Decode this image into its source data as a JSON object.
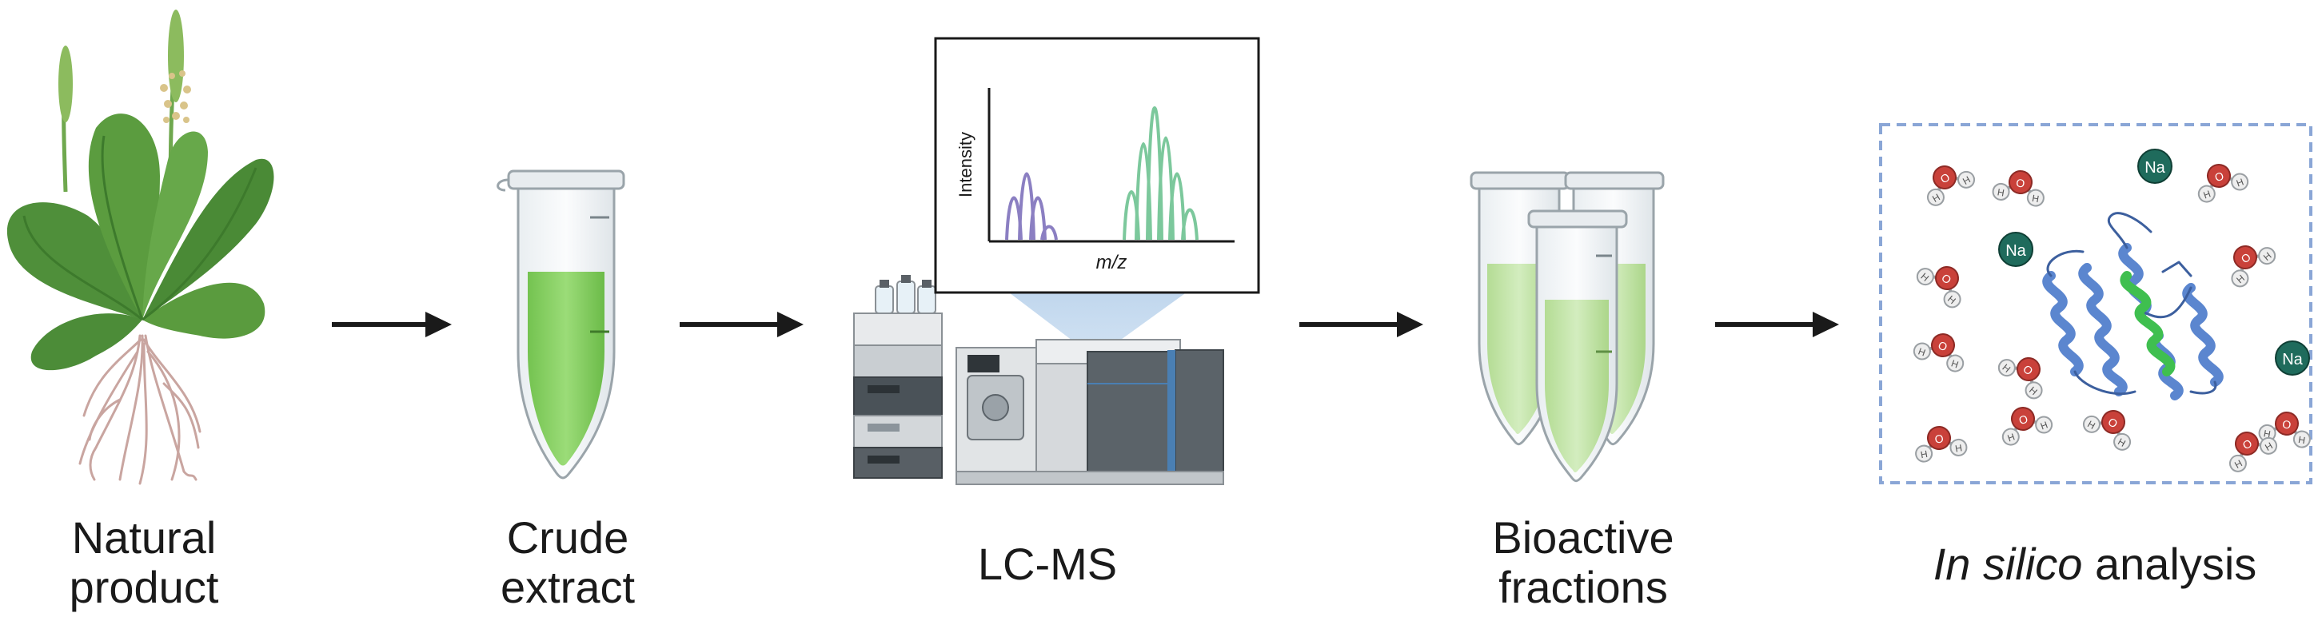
{
  "steps": [
    {
      "line1": "Natural",
      "line2": "product"
    },
    {
      "line1": "Crude",
      "line2": "extract"
    },
    {
      "line1": "LC-MS"
    },
    {
      "line1": "Bioactive",
      "line2": "fractions"
    },
    {
      "italic": "In silico",
      "rest": " analysis"
    }
  ],
  "spectrum": {
    "ylabel": "Intensity",
    "xlabel": "m/z"
  },
  "ions": {
    "sodium": "Na"
  },
  "water": {
    "oxygen": "O",
    "hydrogen": "H"
  },
  "colors": {
    "arrow": "#1a1a1a",
    "extract_green": "#8fd46a",
    "fraction_green": "#c4e6a8",
    "spectrum_purple": "#8b7fc2",
    "spectrum_green": "#7cc89c",
    "protein_blue": "#5b86cf",
    "peptide_green": "#3fbf4f",
    "sodium": "#1f6b5c",
    "oxygen": "#c9413a",
    "box_border": "#8aa6d6"
  }
}
